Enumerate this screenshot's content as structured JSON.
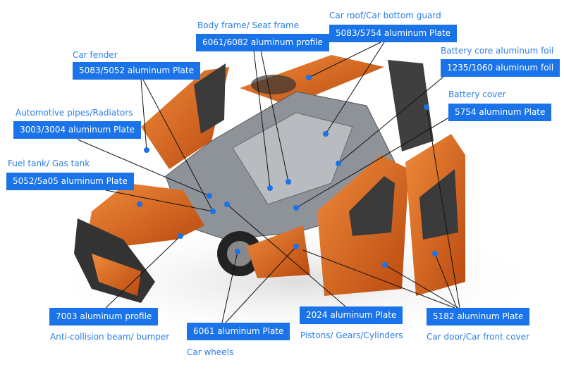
{
  "colors": {
    "accent": "#1a73e8",
    "caption": "#2b7de9",
    "body": "#e0671c"
  },
  "labels": [
    {
      "caption": "Body frame/ Seat frame",
      "material": "6061/6082 aluminum profile"
    },
    {
      "caption": "Car roof/Car bottom guard",
      "material": "5083/5754 aluminum Plate"
    },
    {
      "caption": "Car fender",
      "material": "5083/5052 aluminum Plate"
    },
    {
      "caption": "Battery core aluminum foil",
      "material": "1235/1060 aluminum foil"
    },
    {
      "caption": "Battery cover",
      "material": "5754 aluminum Plate"
    },
    {
      "caption": "Automotive pipes/Radiators",
      "material": "3003/3004 aluminum Plate"
    },
    {
      "caption": "Fuel tank/ Gas tank",
      "material": "5052/5a05 aluminum Plate"
    },
    {
      "caption": "Anti-collision beam/ bumper",
      "material": "7003 aluminum profile"
    },
    {
      "caption": "Car wheels",
      "material": "6061 aluminum Plate"
    },
    {
      "caption": "Pistons/ Gears/Cylinders",
      "material": "2024 aluminum Plate"
    },
    {
      "caption": "Car door/Car front cover",
      "material": "5182 aluminum Plate"
    }
  ]
}
